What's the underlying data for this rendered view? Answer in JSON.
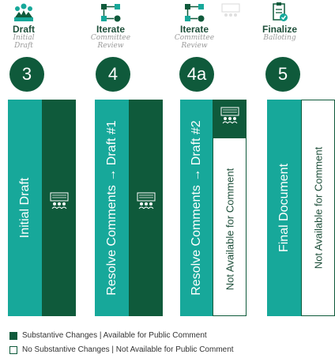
{
  "stages": [
    {
      "title": "Draft",
      "subtitle": "Initial\nDraft",
      "number": "3",
      "icon": "people-hands-icon",
      "bar_left": "Initial Draft"
    },
    {
      "title": "Iterate",
      "subtitle": "Committee\nReview",
      "number": "4",
      "icon": "process-flow-icon",
      "bar_left": "Resolve Comments → Draft #1"
    },
    {
      "title": "Iterate",
      "subtitle": "Committee\nReview",
      "number": "4a",
      "icon": "process-flow-icon",
      "bar_left": "Resolve Comments → Draft #2",
      "bar_right": "Not Available for Comment"
    },
    {
      "title": "Finalize",
      "subtitle": "Balloting",
      "number": "5",
      "icon": "clipboard-check-icon",
      "bar_left": "Final Document",
      "bar_right": "Not Available for Comment"
    }
  ],
  "legend": [
    {
      "label": "Substantive Changes | Available for Public Comment",
      "color": "#0f5a3b"
    },
    {
      "label": "No Substantive Changes | Not Available for Public Comment",
      "color": "#ffffff"
    }
  ],
  "colors": {
    "dark_green": "#0f5a3b",
    "teal": "#17a89a",
    "text_grey": "#9a9a9a"
  }
}
